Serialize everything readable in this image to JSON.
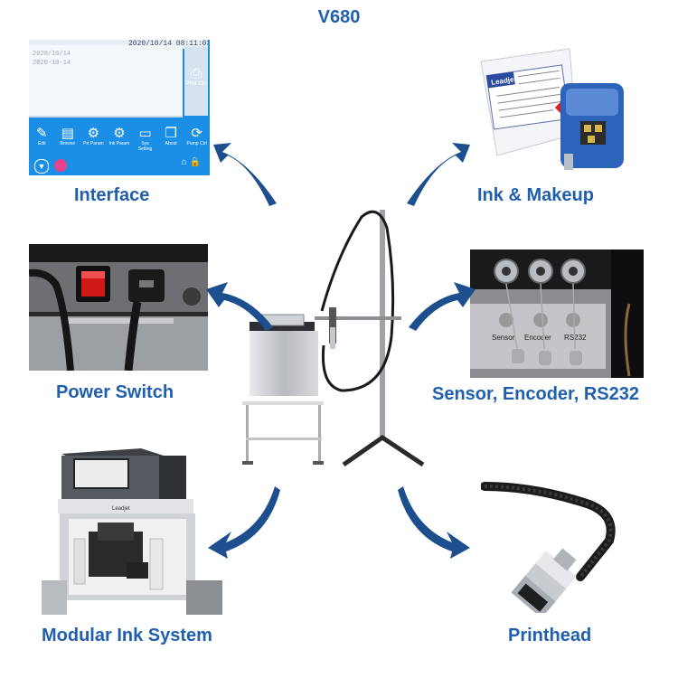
{
  "title": "V680",
  "captions": {
    "interface": "Interface",
    "ink_makeup": "Ink & Makeup",
    "power_switch": "Power Switch",
    "sensor": "Sensor, Encoder, RS232",
    "modular_ink": "Modular Ink System",
    "printhead": "Printhead"
  },
  "interface_screen": {
    "header_text": "2020/10/14 08:11:03",
    "line1": "2020/10/14",
    "line2": "2020-10-14",
    "print_ctrl_label": "Print Ctrl",
    "icons": [
      {
        "name": "edit-icon",
        "label": "Edit"
      },
      {
        "name": "browse-icon",
        "label": "Browse"
      },
      {
        "name": "prt-param-icon",
        "label": "Prt Param"
      },
      {
        "name": "ink-param-icon",
        "label": "Ink Param"
      },
      {
        "name": "sys-setting-icon",
        "label": "Sys Setting"
      },
      {
        "name": "about-icon",
        "label": "About"
      },
      {
        "name": "pump-ctrl-icon",
        "label": "Pump Ctrl"
      }
    ]
  },
  "ink_bottle_brand": "Leadjet",
  "modular_brand": "Leadjet",
  "sensor_labels": [
    "Sensor",
    "Encoder",
    "RS232"
  ],
  "colors": {
    "caption": "#1f5fae",
    "arrow": "#1d4f8f",
    "screen": "#1b8fe6"
  }
}
